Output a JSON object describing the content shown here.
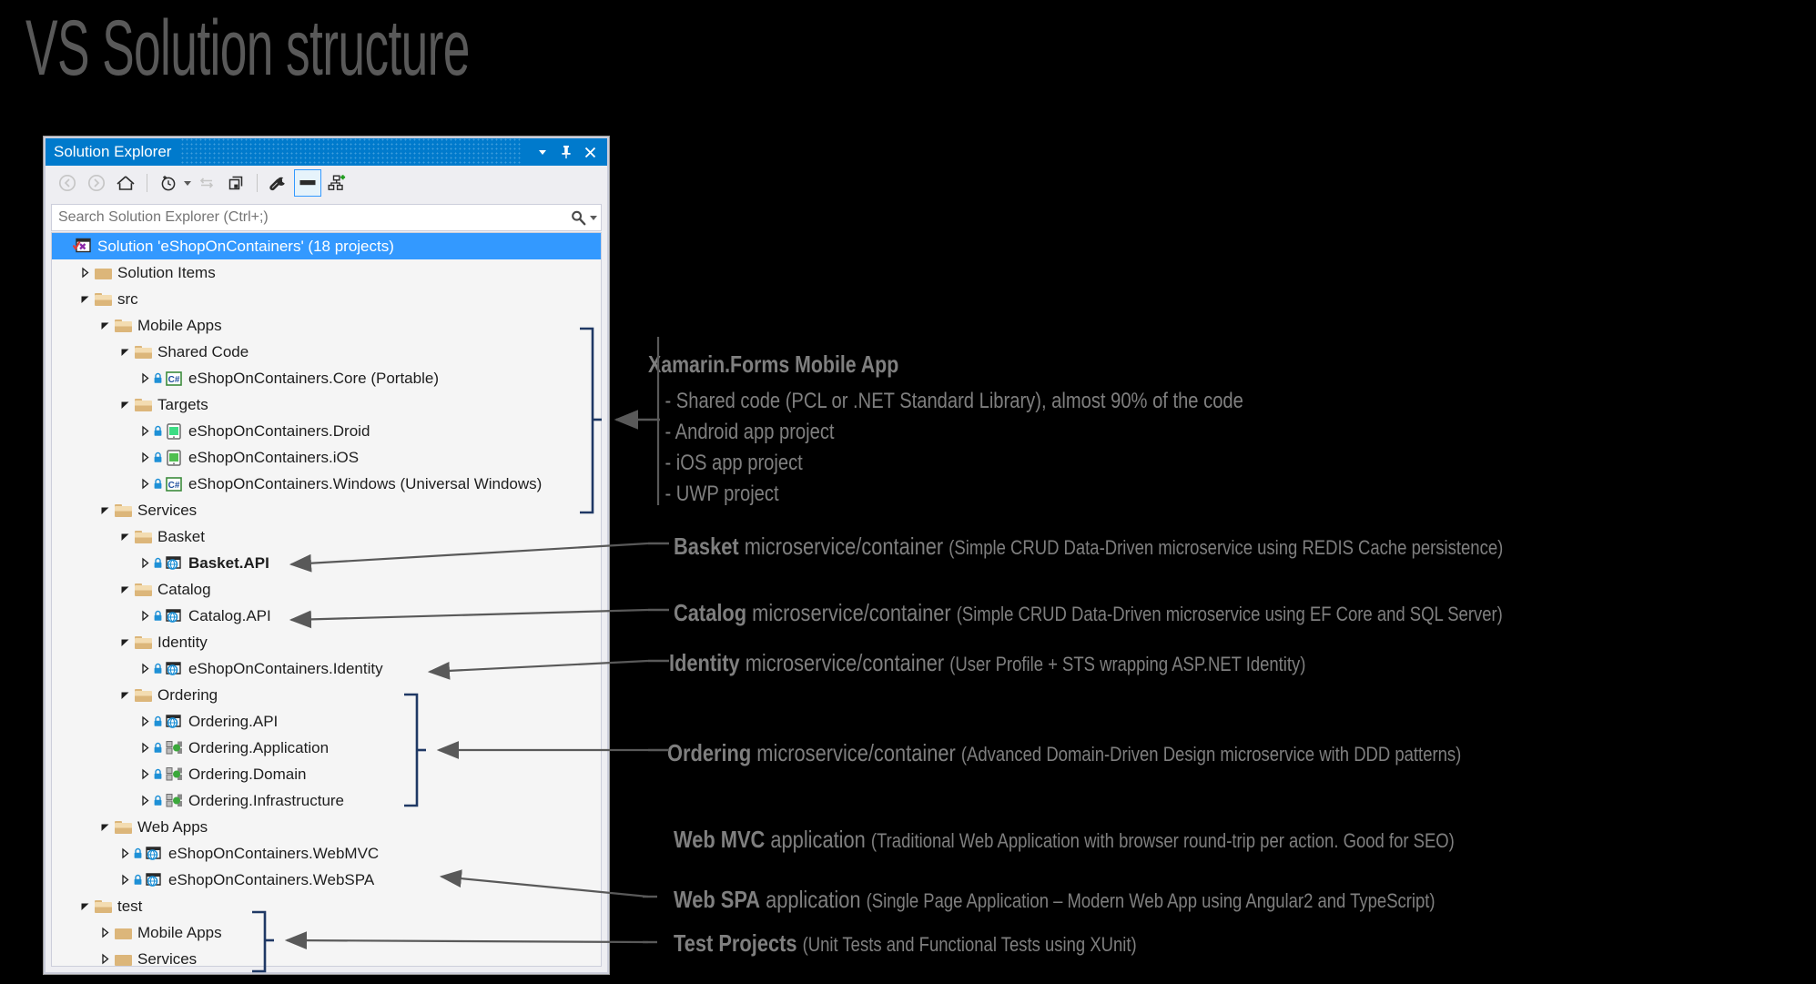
{
  "slide": {
    "title": "VS Solution structure"
  },
  "window": {
    "title": "Solution Explorer",
    "titlebar_buttons": [
      {
        "name": "dropdown",
        "glyph": "▼"
      },
      {
        "name": "pin",
        "glyph": "📌"
      },
      {
        "name": "close",
        "glyph": "✕"
      }
    ],
    "toolbar": [
      {
        "name": "back-button",
        "icon": "back-arrow-icon",
        "enabled": false
      },
      {
        "name": "forward-button",
        "icon": "forward-arrow-icon",
        "enabled": false
      },
      {
        "name": "home-button",
        "icon": "home-icon",
        "enabled": true
      },
      {
        "name": "pending-changes-button",
        "icon": "clock-history-icon",
        "enabled": true
      },
      {
        "name": "sync-button",
        "icon": "sync-arrows-icon",
        "enabled": false
      },
      {
        "name": "collapse-all-button",
        "icon": "collapse-all-icon",
        "enabled": true
      },
      {
        "name": "properties-button",
        "icon": "wrench-icon",
        "enabled": true
      },
      {
        "name": "preview-selected-items-button",
        "icon": "preview-pane-icon",
        "enabled": true,
        "selected": true
      },
      {
        "name": "new-code-map-button",
        "icon": "code-map-icon",
        "enabled": true
      }
    ],
    "search": {
      "placeholder": "Search Solution Explorer (Ctrl+;)",
      "value": ""
    }
  },
  "tree": [
    {
      "label": "Solution 'eShopOnContainers' (18 projects)",
      "indent": 0,
      "icon": "vs-solution-icon",
      "expander": "none",
      "selected": true,
      "lock": false,
      "bold": false
    },
    {
      "label": "Solution Items",
      "indent": 1,
      "icon": "folder-closed-icon",
      "expander": "closed",
      "selected": false,
      "lock": false,
      "bold": false
    },
    {
      "label": "src",
      "indent": 1,
      "icon": "folder-open-icon",
      "expander": "open",
      "selected": false,
      "lock": false,
      "bold": false
    },
    {
      "label": "Mobile Apps",
      "indent": 2,
      "icon": "folder-open-icon",
      "expander": "open",
      "selected": false,
      "lock": false,
      "bold": false
    },
    {
      "label": "Shared Code",
      "indent": 3,
      "icon": "folder-open-icon",
      "expander": "open",
      "selected": false,
      "lock": false,
      "bold": false
    },
    {
      "label": "eShopOnContainers.Core (Portable)",
      "indent": 4,
      "icon": "csharp-project-icon",
      "expander": "closed",
      "selected": false,
      "lock": true,
      "bold": false
    },
    {
      "label": "Targets",
      "indent": 3,
      "icon": "folder-open-icon",
      "expander": "open",
      "selected": false,
      "lock": false,
      "bold": false
    },
    {
      "label": "eShopOnContainers.Droid",
      "indent": 4,
      "icon": "android-project-icon",
      "expander": "closed",
      "selected": false,
      "lock": true,
      "bold": false
    },
    {
      "label": "eShopOnContainers.iOS",
      "indent": 4,
      "icon": "ios-project-icon",
      "expander": "closed",
      "selected": false,
      "lock": true,
      "bold": false
    },
    {
      "label": "eShopOnContainers.Windows (Universal Windows)",
      "indent": 4,
      "icon": "csharp-project-icon",
      "expander": "closed",
      "selected": false,
      "lock": true,
      "bold": false
    },
    {
      "label": "Services",
      "indent": 2,
      "icon": "folder-open-icon",
      "expander": "open",
      "selected": false,
      "lock": false,
      "bold": false
    },
    {
      "label": "Basket",
      "indent": 3,
      "icon": "folder-open-icon",
      "expander": "open",
      "selected": false,
      "lock": false,
      "bold": false
    },
    {
      "label": "Basket.API",
      "indent": 4,
      "icon": "web-project-icon",
      "expander": "closed",
      "selected": false,
      "lock": true,
      "bold": true
    },
    {
      "label": "Catalog",
      "indent": 3,
      "icon": "folder-open-icon",
      "expander": "open",
      "selected": false,
      "lock": false,
      "bold": false
    },
    {
      "label": "Catalog.API",
      "indent": 4,
      "icon": "web-project-icon",
      "expander": "closed",
      "selected": false,
      "lock": true,
      "bold": false
    },
    {
      "label": "Identity",
      "indent": 3,
      "icon": "folder-open-icon",
      "expander": "open",
      "selected": false,
      "lock": false,
      "bold": false
    },
    {
      "label": "eShopOnContainers.Identity",
      "indent": 4,
      "icon": "web-project-icon",
      "expander": "closed",
      "selected": false,
      "lock": true,
      "bold": false
    },
    {
      "label": "Ordering",
      "indent": 3,
      "icon": "folder-open-icon",
      "expander": "open",
      "selected": false,
      "lock": false,
      "bold": false
    },
    {
      "label": "Ordering.API",
      "indent": 4,
      "icon": "web-project-icon",
      "expander": "closed",
      "selected": false,
      "lock": true,
      "bold": false
    },
    {
      "label": "Ordering.Application",
      "indent": 4,
      "icon": "classlib-project-icon",
      "expander": "closed",
      "selected": false,
      "lock": true,
      "bold": false
    },
    {
      "label": "Ordering.Domain",
      "indent": 4,
      "icon": "classlib-project-icon",
      "expander": "closed",
      "selected": false,
      "lock": true,
      "bold": false
    },
    {
      "label": "Ordering.Infrastructure",
      "indent": 4,
      "icon": "classlib-project-icon",
      "expander": "closed",
      "selected": false,
      "lock": true,
      "bold": false
    },
    {
      "label": "Web Apps",
      "indent": 2,
      "icon": "folder-open-icon",
      "expander": "open",
      "selected": false,
      "lock": false,
      "bold": false
    },
    {
      "label": "eShopOnContainers.WebMVC",
      "indent": 3,
      "icon": "web-project-icon",
      "expander": "closed",
      "selected": false,
      "lock": true,
      "bold": false
    },
    {
      "label": "eShopOnContainers.WebSPA",
      "indent": 3,
      "icon": "web-project-icon",
      "expander": "closed",
      "selected": false,
      "lock": true,
      "bold": false
    },
    {
      "label": "test",
      "indent": 1,
      "icon": "folder-open-icon",
      "expander": "open",
      "selected": false,
      "lock": false,
      "bold": false
    },
    {
      "label": "Mobile Apps",
      "indent": 2,
      "icon": "folder-closed-icon",
      "expander": "closed",
      "selected": false,
      "lock": false,
      "bold": false
    },
    {
      "label": "Services",
      "indent": 2,
      "icon": "folder-closed-icon",
      "expander": "closed",
      "selected": false,
      "lock": false,
      "bold": false
    }
  ],
  "annotations": {
    "xamarin": {
      "heading": "Xamarin.Forms Mobile App",
      "bullets": [
        "- Shared code (PCL or .NET Standard Library), almost 90% of the code",
        "- Android app project",
        "- iOS app project",
        "- UWP project"
      ]
    },
    "items": [
      {
        "name": "basket",
        "bold": "Basket",
        "mid": " microservice/container ",
        "paren": "(Simple CRUD Data-Driven microservice using REDIS Cache persistence)"
      },
      {
        "name": "catalog",
        "bold": "Catalog",
        "mid": " microservice/container ",
        "paren": "(Simple CRUD Data-Driven microservice using EF Core and SQL Server)"
      },
      {
        "name": "identity",
        "bold": "Identity",
        "mid": " microservice/container ",
        "paren": "(User Profile + STS wrapping ASP.NET Identity)"
      },
      {
        "name": "ordering",
        "bold": "Ordering",
        "mid": " microservice/container ",
        "paren": "(Advanced Domain-Driven Design microservice with DDD patterns)"
      },
      {
        "name": "web-mvc",
        "bold": "Web MVC",
        "mid": " application ",
        "paren": "(Traditional Web Application with browser round-trip per action. Good for SEO)"
      },
      {
        "name": "web-spa",
        "bold": "Web SPA",
        "mid": " application ",
        "paren": "(Single Page Application – Modern Web App using Angular2 and TypeScript)"
      },
      {
        "name": "test-projects",
        "bold": "Test Projects",
        "mid": " ",
        "paren": "(Unit Tests and Functional Tests using XUnit)"
      }
    ]
  },
  "colors": {
    "background": "#000000",
    "title_text": "#595959",
    "accent_blue": "#007acc",
    "selection_blue": "#3399ff",
    "bracket_navy": "#1f3864",
    "arrow_gray": "#595959",
    "folder_gold": "#dcb67a",
    "annotation_text": "#7f7f7f"
  }
}
